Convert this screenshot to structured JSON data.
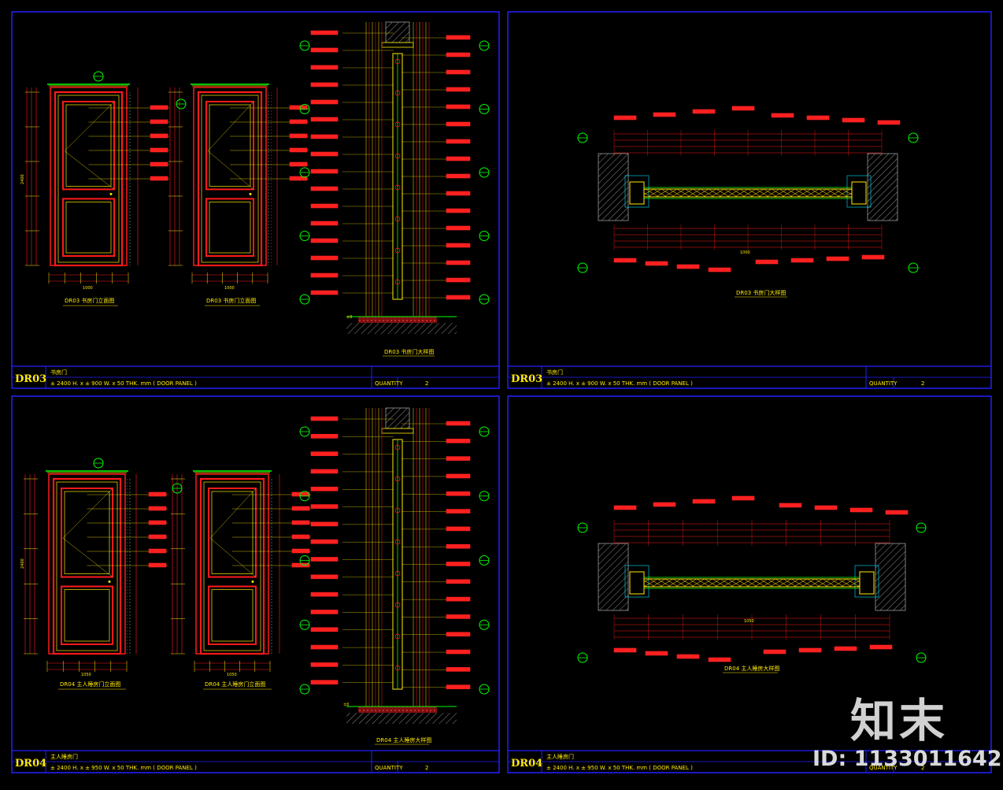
{
  "sheets": [
    {
      "code": "DR03",
      "title": "书房门",
      "spec": "± 2400 H. x ± 900 W. x 50 THK. mm ( DOOR PANEL )",
      "quantity_label": "QUANTITY",
      "quantity": "2"
    },
    {
      "code": "DR03",
      "title": "书房门",
      "spec": "± 2400 H. x ± 900 W. x 50 THK. mm ( DOOR PANEL )",
      "quantity_label": "QUANTITY",
      "quantity": "2"
    },
    {
      "code": "DR04",
      "title": "主人睡房门",
      "spec": "± 2400 H. x ± 950 W. x 50 THK. mm ( DOOR PANEL )",
      "quantity_label": "QUANTITY",
      "quantity": "2"
    },
    {
      "code": "DR04",
      "title": "主人睡房门",
      "spec": "± 2400 H. x ± 950 W. x 50 THK. mm ( DOOR PANEL )",
      "quantity_label": "QUANTITY",
      "quantity": "2"
    }
  ],
  "captions": {
    "q1_elev_a": "DR03 书房门立面图",
    "q1_elev_b": "DR03 书房门立面图",
    "q1_section": "DR03 书房门大样图",
    "q2_plan": "DR03 书房门大样图",
    "q3_elev_a": "DR04 主人睡房门立面图",
    "q3_elev_b": "DR04 主人睡房门立面图",
    "q3_section": "DR04 主人睡房大样图",
    "q4_plan": "DR04 主人睡房大样图"
  },
  "dims": {
    "total_w_a": "1000",
    "total_w_b": "1050",
    "height": "2400",
    "plan_w_a": "1000",
    "plan_w_b": "1050",
    "level": "±0"
  },
  "watermark": {
    "logo": "知末",
    "id": "ID: 1133011642"
  },
  "colors": {
    "frame": "#2020ff",
    "door": "#ff1a1a",
    "dim": "#ffea00",
    "leader": "#00ff00",
    "callout": "#00ff00",
    "cyan": "#00e5ff"
  }
}
